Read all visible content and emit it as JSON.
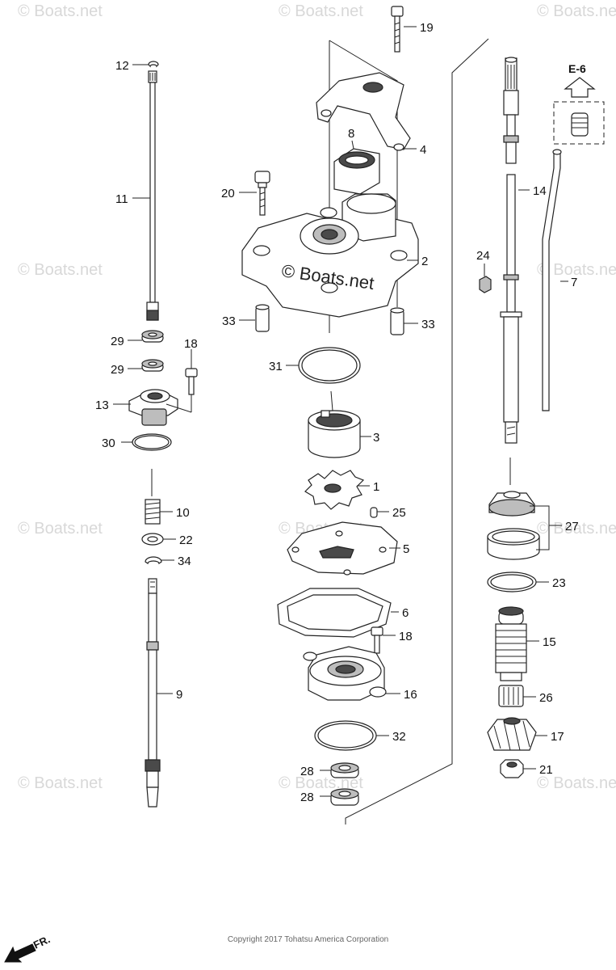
{
  "watermark": "© Boats.net",
  "center_watermark": "© Boats.net",
  "copyright": "Copyright 2017 Tohatsu America Corporation",
  "front_marker": "FR.",
  "ref_label": "E-6",
  "callouts": {
    "c1": "1",
    "c2": "2",
    "c3": "3",
    "c4": "4",
    "c5": "5",
    "c6": "6",
    "c7": "7",
    "c8": "8",
    "c9": "9",
    "c10": "10",
    "c11": "11",
    "c12": "12",
    "c13": "13",
    "c14": "14",
    "c15": "15",
    "c16": "16",
    "c17": "17",
    "c18a": "18",
    "c18b": "18",
    "c19": "19",
    "c20": "20",
    "c21": "21",
    "c22": "22",
    "c23": "23",
    "c24": "24",
    "c25": "25",
    "c26": "26",
    "c27": "27",
    "c28a": "28",
    "c28b": "28",
    "c29a": "29",
    "c29b": "29",
    "c30": "30",
    "c31": "31",
    "c32": "32",
    "c33a": "33",
    "c33b": "33",
    "c34": "34"
  }
}
